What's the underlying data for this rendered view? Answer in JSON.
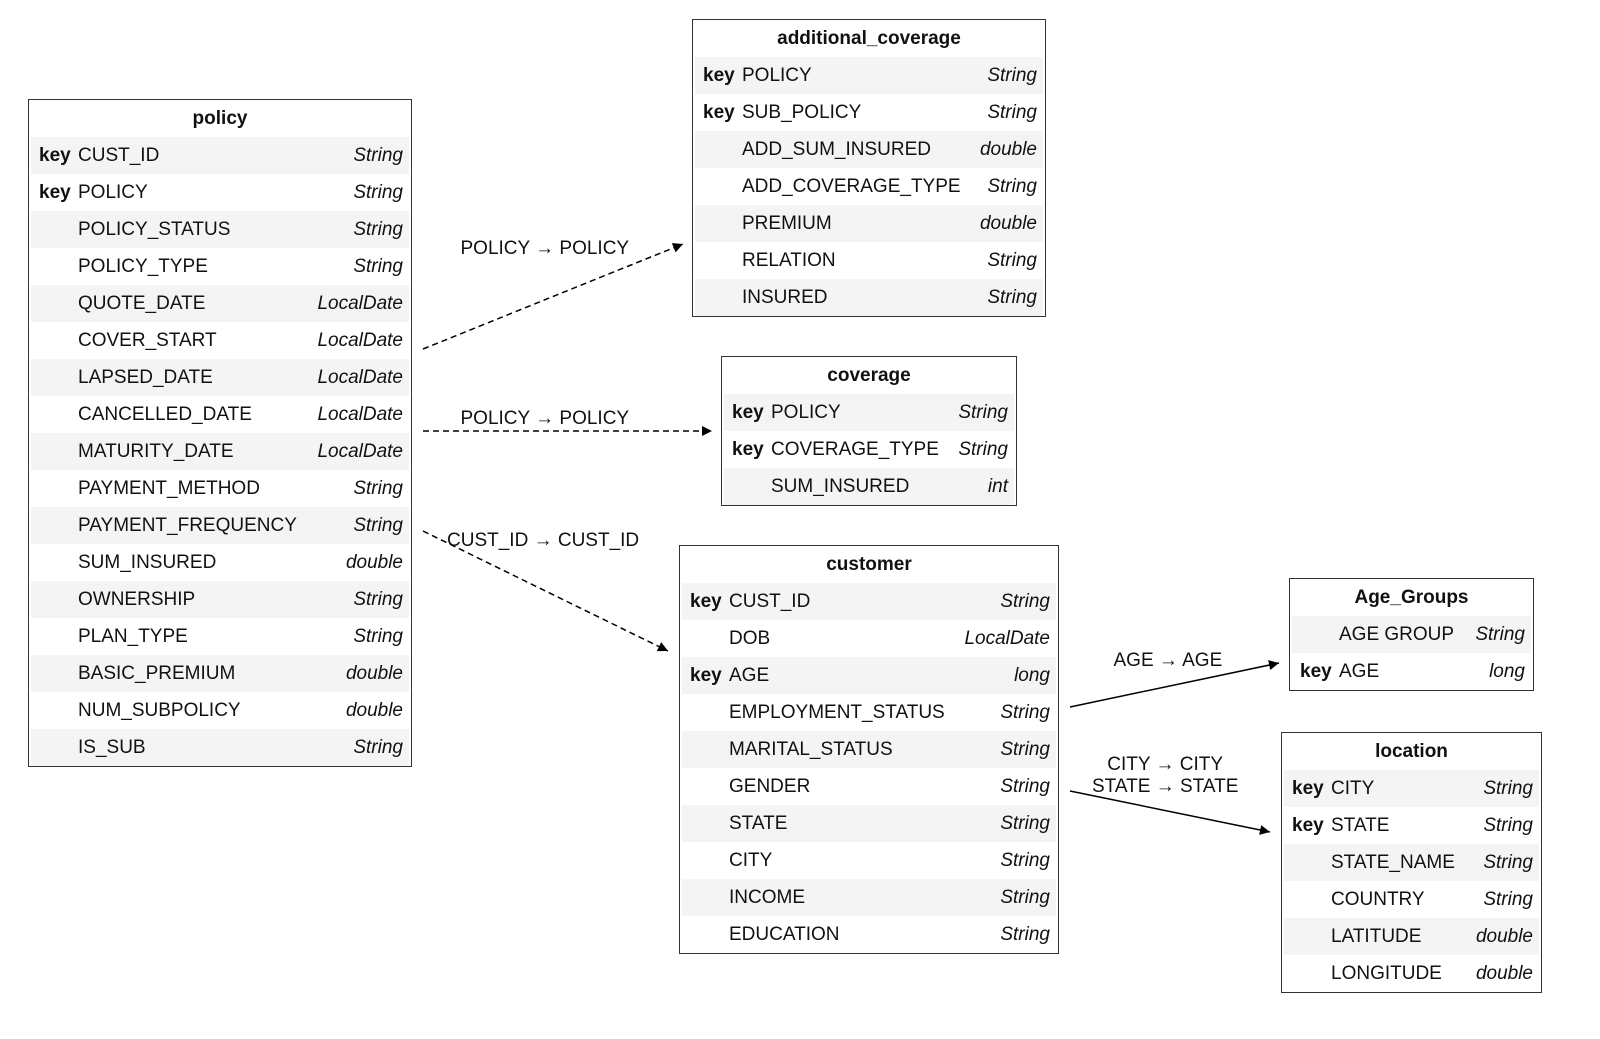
{
  "tables": [
    {
      "id": "policy",
      "title": "policy",
      "fields": [
        {
          "key": "key",
          "name": "CUST_ID",
          "type": "String"
        },
        {
          "key": "key",
          "name": "POLICY",
          "type": "String"
        },
        {
          "key": "",
          "name": "POLICY_STATUS",
          "type": "String"
        },
        {
          "key": "",
          "name": "POLICY_TYPE",
          "type": "String"
        },
        {
          "key": "",
          "name": "QUOTE_DATE",
          "type": "LocalDate"
        },
        {
          "key": "",
          "name": "COVER_START",
          "type": "LocalDate"
        },
        {
          "key": "",
          "name": "LAPSED_DATE",
          "type": "LocalDate"
        },
        {
          "key": "",
          "name": "CANCELLED_DATE",
          "type": "LocalDate"
        },
        {
          "key": "",
          "name": "MATURITY_DATE",
          "type": "LocalDate"
        },
        {
          "key": "",
          "name": "PAYMENT_METHOD",
          "type": "String"
        },
        {
          "key": "",
          "name": "PAYMENT_FREQUENCY",
          "type": "String"
        },
        {
          "key": "",
          "name": "SUM_INSURED",
          "type": "double"
        },
        {
          "key": "",
          "name": "OWNERSHIP",
          "type": "String"
        },
        {
          "key": "",
          "name": "PLAN_TYPE",
          "type": "String"
        },
        {
          "key": "",
          "name": "BASIC_PREMIUM",
          "type": "double"
        },
        {
          "key": "",
          "name": "NUM_SUBPOLICY",
          "type": "double"
        },
        {
          "key": "",
          "name": "IS_SUB",
          "type": "String"
        }
      ]
    },
    {
      "id": "additional_coverage",
      "title": "additional_coverage",
      "fields": [
        {
          "key": "key",
          "name": "POLICY",
          "type": "String"
        },
        {
          "key": "key",
          "name": "SUB_POLICY",
          "type": "String"
        },
        {
          "key": "",
          "name": "ADD_SUM_INSURED",
          "type": "double"
        },
        {
          "key": "",
          "name": "ADD_COVERAGE_TYPE",
          "type": "String"
        },
        {
          "key": "",
          "name": "PREMIUM",
          "type": "double"
        },
        {
          "key": "",
          "name": "RELATION",
          "type": "String"
        },
        {
          "key": "",
          "name": "INSURED",
          "type": "String"
        }
      ]
    },
    {
      "id": "coverage",
      "title": "coverage",
      "fields": [
        {
          "key": "key",
          "name": "POLICY",
          "type": "String"
        },
        {
          "key": "key",
          "name": "COVERAGE_TYPE",
          "type": "String"
        },
        {
          "key": "",
          "name": "SUM_INSURED",
          "type": "int"
        }
      ]
    },
    {
      "id": "customer",
      "title": "customer",
      "fields": [
        {
          "key": "key",
          "name": "CUST_ID",
          "type": "String"
        },
        {
          "key": "",
          "name": "DOB",
          "type": "LocalDate"
        },
        {
          "key": "key",
          "name": "AGE",
          "type": "long"
        },
        {
          "key": "",
          "name": "EMPLOYMENT_STATUS",
          "type": "String"
        },
        {
          "key": "",
          "name": "MARITAL_STATUS",
          "type": "String"
        },
        {
          "key": "",
          "name": "GENDER",
          "type": "String"
        },
        {
          "key": "",
          "name": "STATE",
          "type": "String"
        },
        {
          "key": "",
          "name": "CITY",
          "type": "String"
        },
        {
          "key": "",
          "name": "INCOME",
          "type": "String"
        },
        {
          "key": "",
          "name": "EDUCATION",
          "type": "String"
        }
      ]
    },
    {
      "id": "Age_Groups",
      "title": "Age_Groups",
      "fields": [
        {
          "key": "",
          "name": "AGE GROUP",
          "type": "String"
        },
        {
          "key": "key",
          "name": "AGE",
          "type": "long"
        }
      ]
    },
    {
      "id": "location",
      "title": "location",
      "fields": [
        {
          "key": "key",
          "name": "CITY",
          "type": "String"
        },
        {
          "key": "key",
          "name": "STATE",
          "type": "String"
        },
        {
          "key": "",
          "name": "STATE_NAME",
          "type": "String"
        },
        {
          "key": "",
          "name": "COUNTRY",
          "type": "String"
        },
        {
          "key": "",
          "name": "LATITUDE",
          "type": "double"
        },
        {
          "key": "",
          "name": "LONGITUDE",
          "type": "double"
        }
      ]
    }
  ],
  "relationships": [
    {
      "from": "policy",
      "to": "additional_coverage",
      "labels": [
        "POLICY → POLICY"
      ],
      "style": "dashed"
    },
    {
      "from": "policy",
      "to": "coverage",
      "labels": [
        "POLICY → POLICY"
      ],
      "style": "dashed"
    },
    {
      "from": "policy",
      "to": "customer",
      "labels": [
        "CUST_ID → CUST_ID"
      ],
      "style": "dashed"
    },
    {
      "from": "customer",
      "to": "Age_Groups",
      "labels": [
        "AGE → AGE"
      ],
      "style": "solid"
    },
    {
      "from": "customer",
      "to": "location",
      "labels": [
        "CITY → CITY",
        "STATE → STATE"
      ],
      "style": "solid"
    }
  ]
}
